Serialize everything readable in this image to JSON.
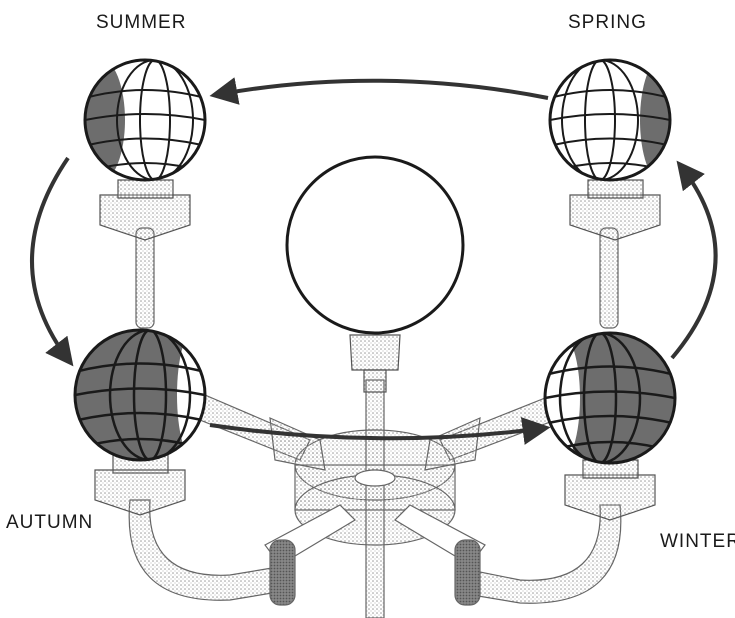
{
  "labels": {
    "summer": "SUMMER",
    "spring": "SPRING",
    "autumn": "AUTUMN",
    "winter": "WINTER"
  },
  "colors": {
    "ink": "#1a1a1a",
    "shade": "#7a7a7a",
    "stipple": "#bdbdbd",
    "paper": "#ffffff"
  }
}
